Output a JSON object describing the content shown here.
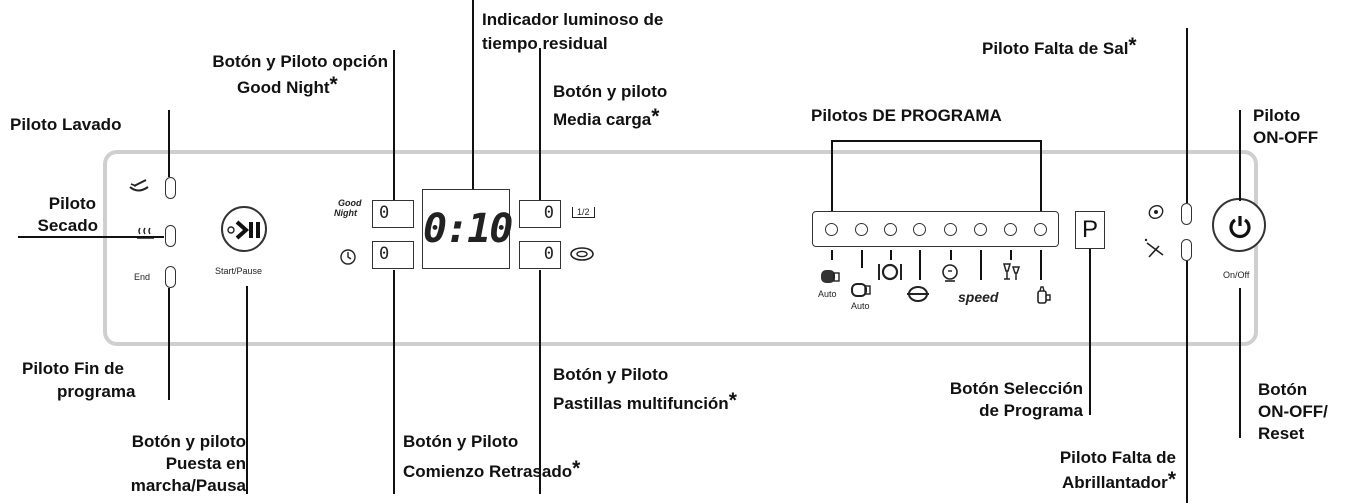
{
  "labels": {
    "piloto_lavado": "Piloto  Lavado",
    "piloto_secado_1": "Piloto",
    "piloto_secado_2": "Secado",
    "piloto_fin_1": "Piloto  Fin  de",
    "piloto_fin_2": "programa",
    "start_pause_1": "Botón  y  piloto",
    "start_pause_2": "Puesta  en",
    "start_pause_3": "marcha/Pausa",
    "good_night_1": "Botón  y  Piloto  opción",
    "good_night_2": "Good  Night",
    "residual_1": "Indicador  luminoso  de",
    "residual_2": "tiempo  residual",
    "media_carga_1": "Botón  y  piloto",
    "media_carga_2": "Media  carga",
    "retrasado_1": "Botón  y  Piloto",
    "retrasado_2": "Comienzo  Retrasado",
    "pastillas_1": "Botón  y  Piloto",
    "pastillas_2": "Pastillas  multifunción",
    "programa_pilotos": "Pilotos  DE  PROGRAMA",
    "falta_sal": "Piloto Falta de Sal",
    "onoff_piloto_1": "Piloto",
    "onoff_piloto_2": "ON-OFF",
    "seleccion_1": "Botón  Selección",
    "seleccion_2": "de  Programa",
    "abrillantador_1": "Piloto  Falta  de",
    "abrillantador_2": "Abrillantador",
    "onoff_boton_1": "Botón",
    "onoff_boton_2": "ON-OFF/",
    "onoff_boton_3": "Reset",
    "asterisk": "*"
  },
  "panel": {
    "display_time": "0:10",
    "start_pause_caption": "Start/Pause",
    "end_caption": "End",
    "onoff_caption": "On/Off",
    "good_night_caption_1": "Good",
    "good_night_caption_2": "Night",
    "box_digit": "0",
    "half_load_icon_text": "1/2",
    "program_button": "P",
    "auto_caption": "Auto",
    "speed_caption": "speed",
    "program_led_count": 8,
    "icons": {
      "wash": "wash-icon",
      "dry": "dry-icon",
      "delay": "clock-icon",
      "tablet": "tablet-icon",
      "salt": "salt-icon",
      "rinse_aid": "rinse-aid-icon",
      "power": "power-icon",
      "play_pause": "play-pause-icon"
    }
  }
}
